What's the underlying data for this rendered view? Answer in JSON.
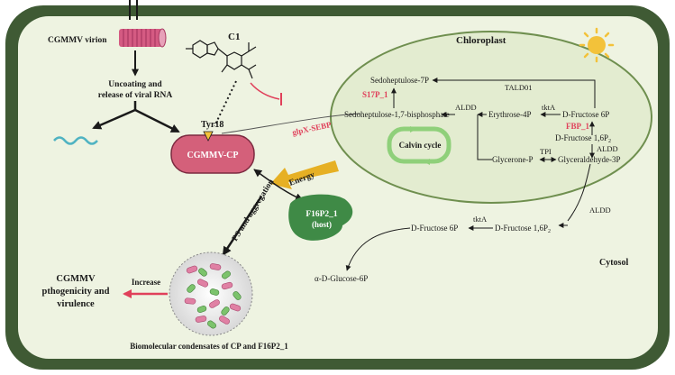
{
  "labels": {
    "virion": "CGMMV virion",
    "uncoating_1": "Uncoating and",
    "uncoating_2": "release of viral RNA",
    "c1": "C1",
    "tyr18": "Tyr18",
    "cp": "CGMMV-CP",
    "glpx": "glpX-SEBP",
    "energy": "Energy",
    "ps": "PS and aggregation",
    "f16p2_line1": "F16P2_1",
    "f16p2_line2": "(host)",
    "outcome_1": "CGMMV",
    "outcome_2": "pthogenicity and",
    "outcome_3": "virulence",
    "increase": "Increase",
    "condensates": "Biomolecular condensates of CP and F16P2_1",
    "chloroplast": "Chloroplast",
    "cytosol": "Cytosol",
    "calvin": "Calvin cycle",
    "a_d_glucose": "α-D-Glucose-6P"
  },
  "pathway": {
    "sedoheptulose_7p": "Sedoheptulose-7P",
    "s17p": "S17P_1",
    "sedoheptulose_bp": "Sedoheptulose-1,7-bisphosphate",
    "tald01": "TALD01",
    "aldd_1": "ALDD",
    "tkta_1": "tktA",
    "erythrose": "Erythrose-4P",
    "d_fructose_6p_1": "D-Fructose 6P",
    "fbp": "FBP_1",
    "d_fructose_bp_1": "D-Fructose 1,6P",
    "aldd_2": "ALDD",
    "tpi": "TPI",
    "glycerone": "Glycerone-P",
    "glyceraldehyde": "Glyceraldehyde-3P",
    "aldd_3": "ALDD",
    "tkta_2": "tktA",
    "d_fructose_6p_2": "D-Fructose 6P",
    "d_fructose_bp_2": "D-Fructose 1,6P",
    "sub2": "2"
  },
  "colors": {
    "cell_wall": "#3f5a34",
    "cytoplasm": "#eef3e1",
    "chloroplast_fill": "#e3ecd0",
    "chloroplast_stroke": "#6f8f4f",
    "cp_fill": "#d4607a",
    "f16p2_fill": "#3f8a46",
    "energy": "#e6b024",
    "red_arrow": "#e0405a",
    "sun": "#f3c23a"
  }
}
